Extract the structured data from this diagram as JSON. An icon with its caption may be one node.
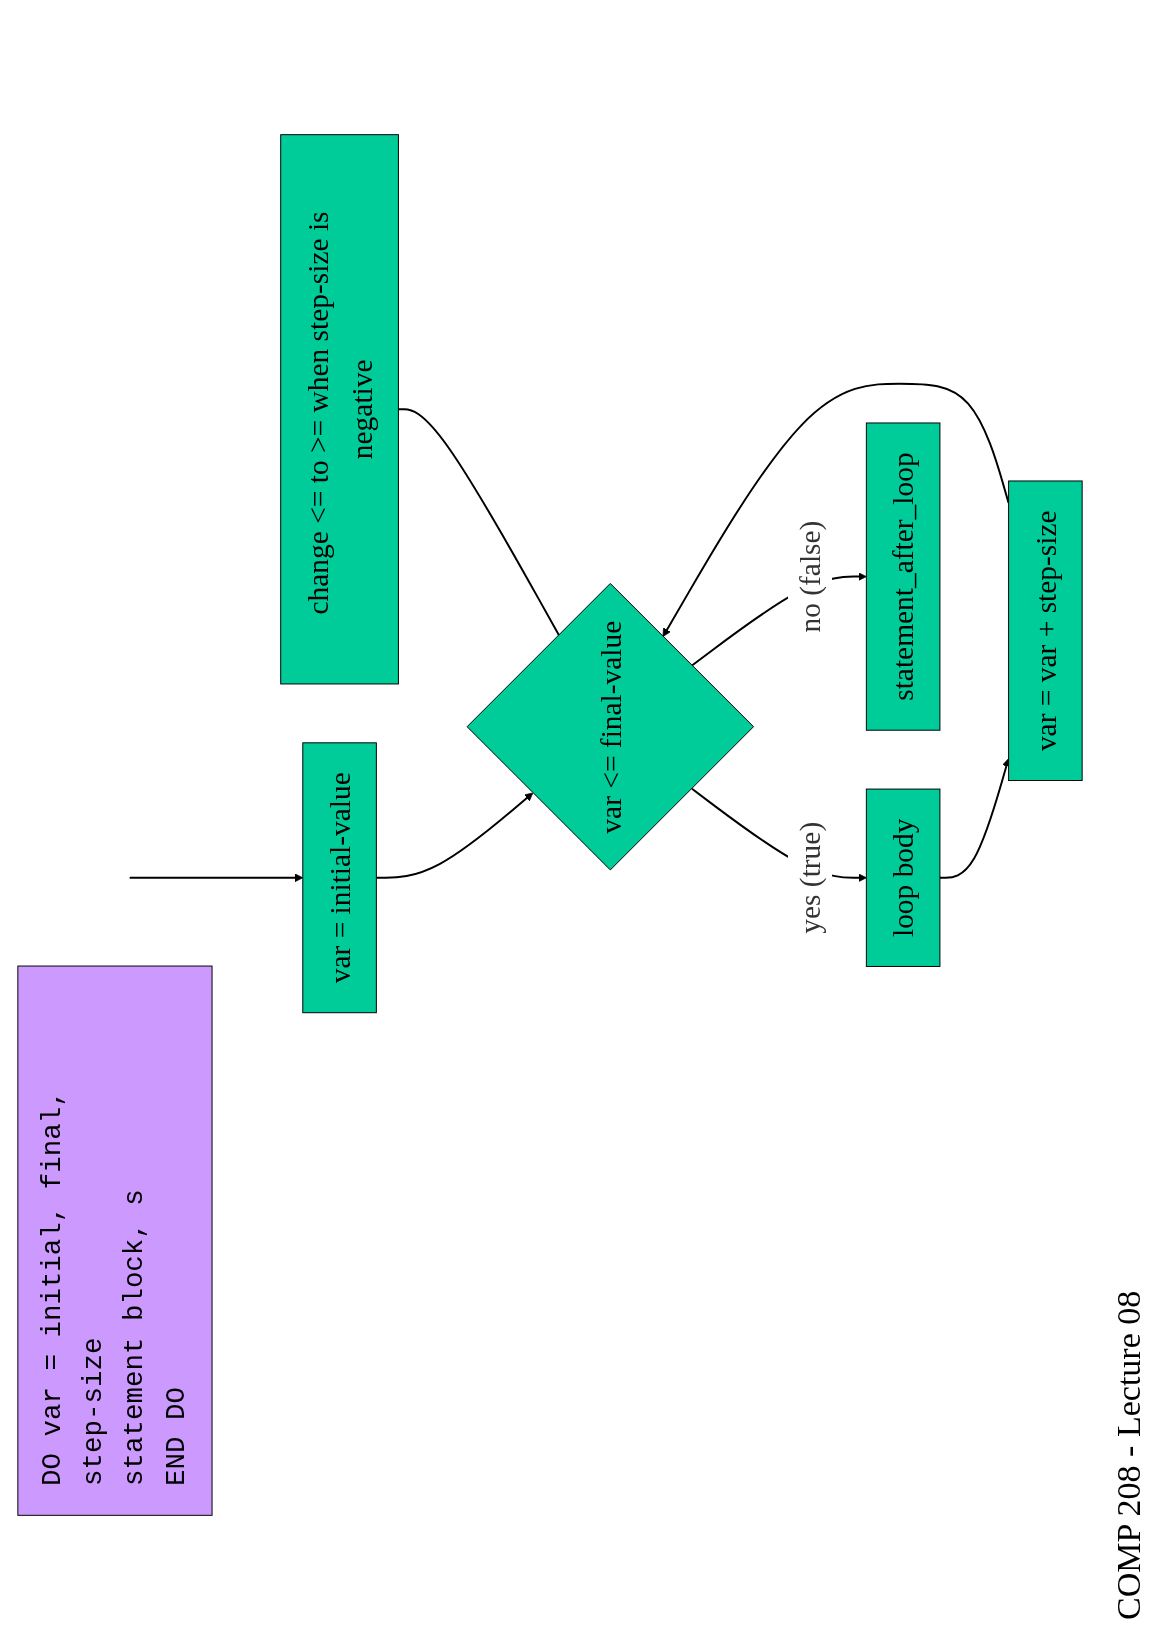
{
  "diagram": {
    "nodes": [
      {
        "text": [
          "DO var = initial, final, step-size",
          "statement block, s",
          "END DO"
        ]
      },
      {
        "text": [
          "change <= to >= when step-size is negative"
        ]
      },
      {
        "text": [
          "var = initial-value"
        ]
      },
      {
        "text": [
          "var <= final-value"
        ]
      },
      {
        "text": [
          "loop body"
        ]
      },
      {
        "text": [
          "var = var + step-size"
        ]
      },
      {
        "text": [
          "statement_after_loop"
        ]
      }
    ],
    "edges": [
      {
        "from": null,
        "to": 2,
        "arrow": "to"
      },
      {
        "from": 2,
        "to": 3,
        "arrow": "to"
      },
      {
        "from": 3,
        "to": 4,
        "arrow": "to",
        "label": "yes (true)"
      },
      {
        "from": 4,
        "to": 5,
        "arrow": "to"
      },
      {
        "from": 5,
        "to": 3,
        "arrow": "to"
      },
      {
        "from": 3,
        "to": 6,
        "arrow": "to",
        "label": "no (false)"
      },
      {
        "from": 1,
        "to": 3,
        "arrow": "none"
      }
    ],
    "labels": [
      "COMP 208 - Lecture 08"
    ]
  }
}
